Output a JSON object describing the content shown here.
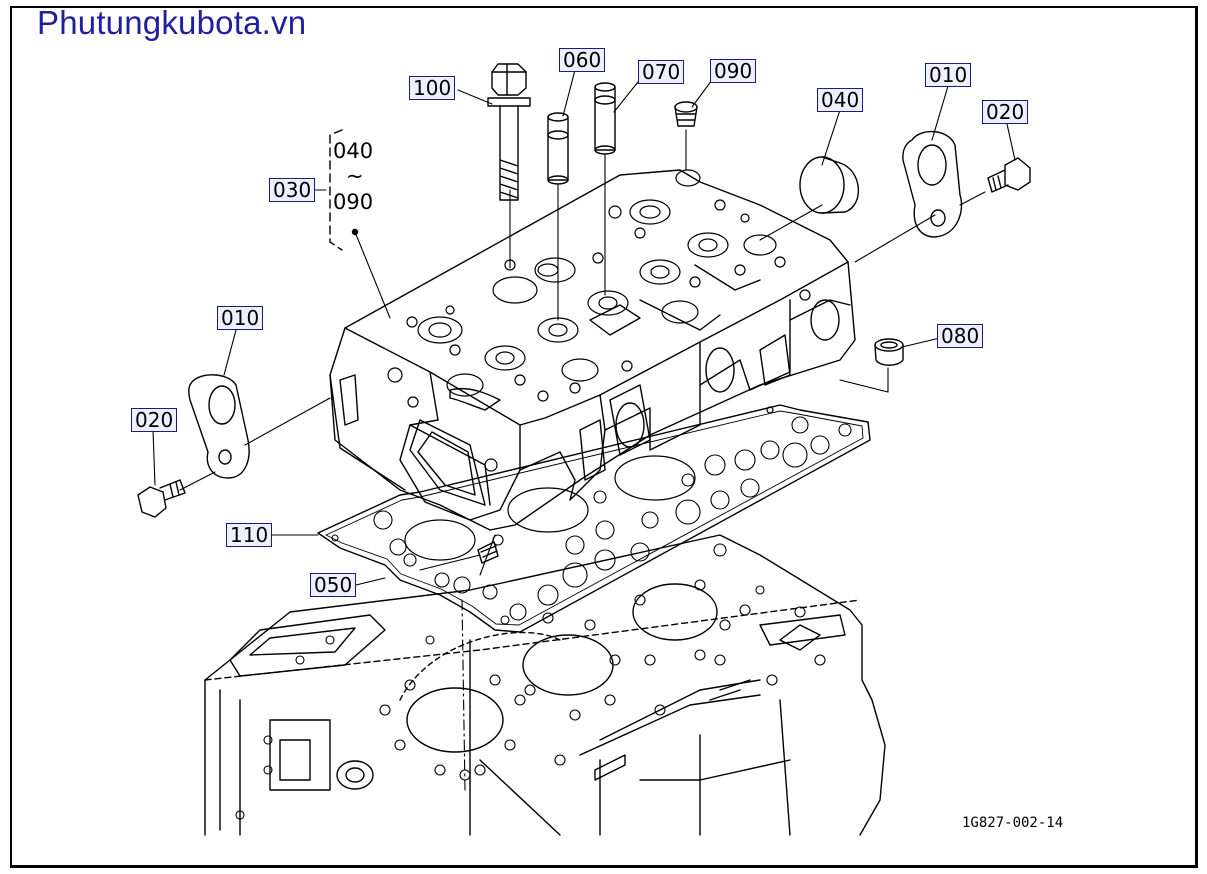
{
  "site": {
    "title": "Phutungkubota.vn",
    "title_color": "#1f1fa0"
  },
  "diagram": {
    "drawing_code": "1G827-002-14",
    "callout_color": "#1a1a80",
    "callouts": [
      {
        "id": "100",
        "label": "100"
      },
      {
        "id": "060",
        "label": "060"
      },
      {
        "id": "070",
        "label": "070"
      },
      {
        "id": "090",
        "label": "090"
      },
      {
        "id": "040",
        "label": "040"
      },
      {
        "id": "010-right",
        "label": "010"
      },
      {
        "id": "020-right",
        "label": "020"
      },
      {
        "id": "030",
        "label": "030"
      },
      {
        "id": "010-left",
        "label": "010"
      },
      {
        "id": "020-left",
        "label": "020"
      },
      {
        "id": "080",
        "label": "080"
      },
      {
        "id": "110",
        "label": "110"
      },
      {
        "id": "050",
        "label": "050"
      }
    ],
    "range_note": {
      "from": "040",
      "tilde": "~",
      "to": "090"
    }
  }
}
